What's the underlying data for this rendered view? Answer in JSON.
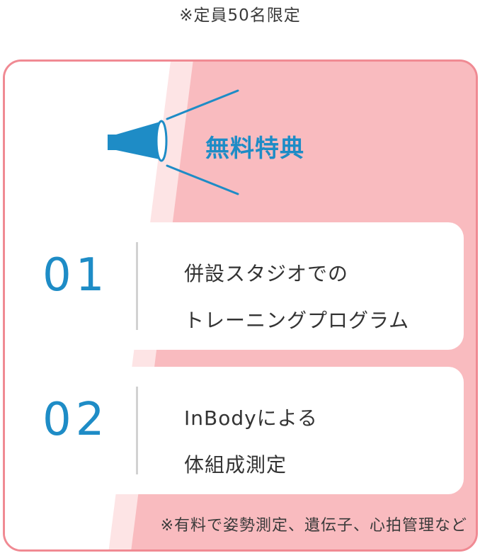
{
  "header": {
    "limit_note": "※定員50名限定"
  },
  "benefits": {
    "title": "無料特典",
    "items": [
      {
        "number": "01",
        "line1": "併設スタジオでの",
        "line2": "トレーニングプログラム"
      },
      {
        "number": "02",
        "line1": "InBodyによる",
        "line2": "体組成測定"
      }
    ],
    "footnote": "※有料で姿勢測定、遺伝子、心拍管理など"
  },
  "colors": {
    "accent_blue": "#1e8cc6",
    "card_pink": "#f9bbbf",
    "card_light_pink": "#fde4e5",
    "card_border": "#f08a93"
  },
  "icons": {
    "megaphone": "megaphone-icon"
  }
}
